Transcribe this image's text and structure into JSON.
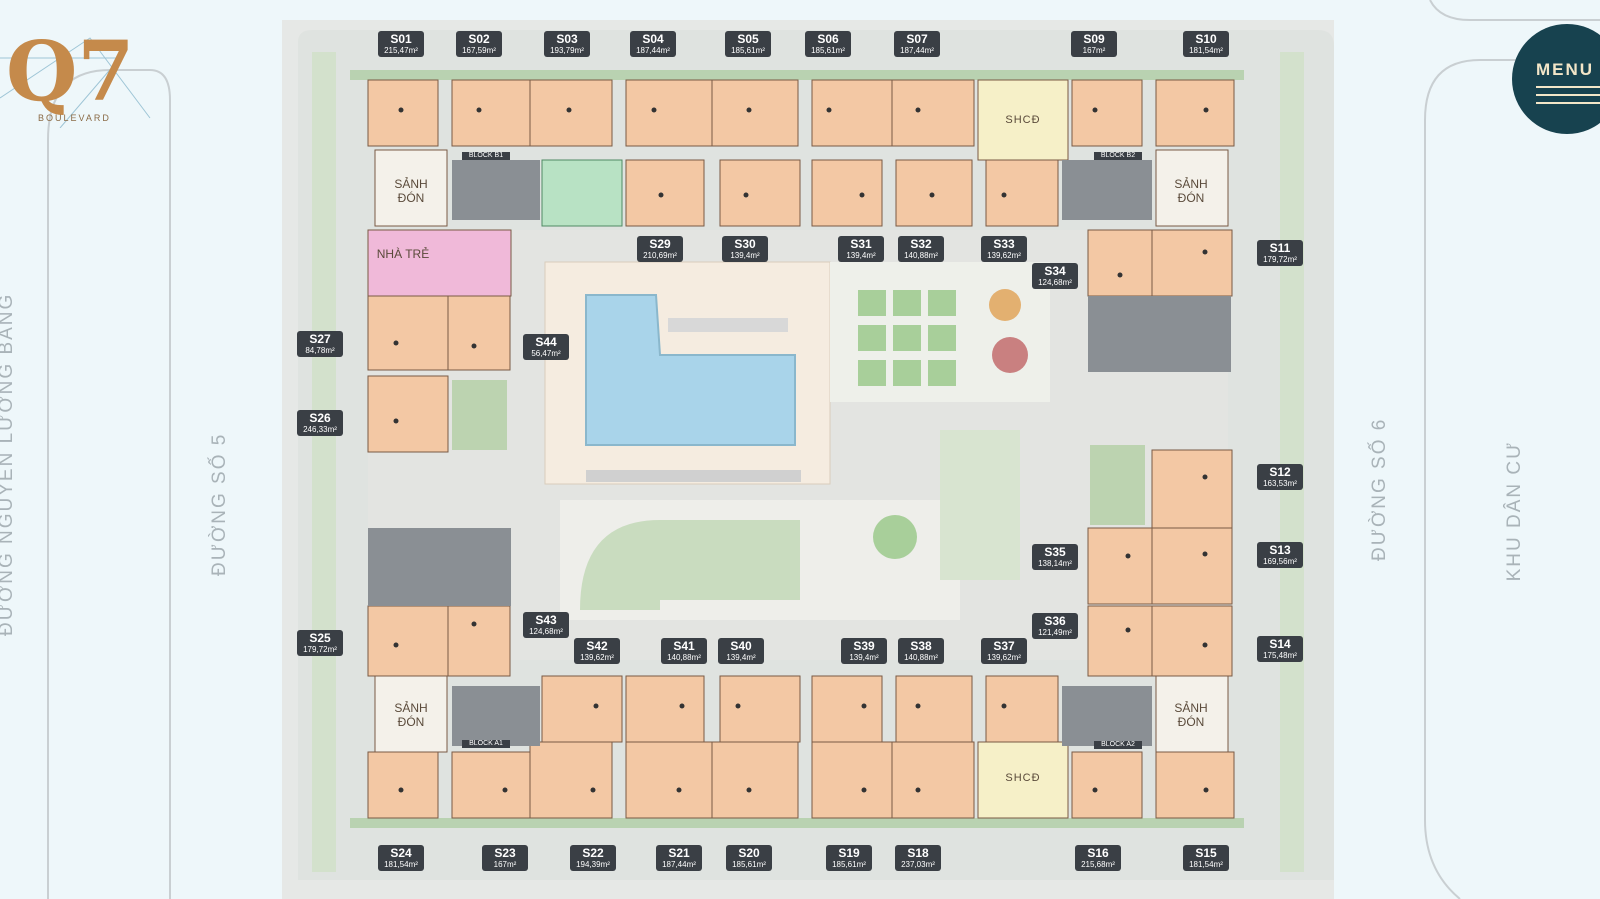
{
  "brand": {
    "logo_text": "Q7",
    "logo_sub": "BOULEVARD"
  },
  "menu": {
    "label": "MENU"
  },
  "streets": {
    "left": "ĐƯỜNG NGUYỄN LƯƠNG BẰNG",
    "inner_left": "ĐƯỜNG SỐ 5",
    "right": "ĐƯỜNG SỐ 6",
    "far_right": "KHU DÂN CƯ"
  },
  "areas": {
    "lobby_b1": "SẢNH ĐÓN",
    "lobby_b2": "SẢNH ĐÓN",
    "lobby_a1": "SẢNH ĐÓN",
    "lobby_a2": "SẢNH ĐÓN",
    "shcd_top": "SHCĐ",
    "shcd_bottom": "SHCĐ",
    "nursery": "NHÀ TRẺ",
    "block_b1": "BLOCK B1",
    "block_b2": "BLOCK B2",
    "block_a1": "BLOCK A1",
    "block_a2": "BLOCK A2"
  },
  "units": [
    {
      "code": "S01",
      "area": "215,47m²"
    },
    {
      "code": "S02",
      "area": "167,59m²"
    },
    {
      "code": "S03",
      "area": "193,79m²"
    },
    {
      "code": "S04",
      "area": "187,44m²"
    },
    {
      "code": "S05",
      "area": "185,61m²"
    },
    {
      "code": "S06",
      "area": "185,61m²"
    },
    {
      "code": "S07",
      "area": "187,44m²"
    },
    {
      "code": "S09",
      "area": "167m²"
    },
    {
      "code": "S10",
      "area": "181,54m²"
    },
    {
      "code": "S11",
      "area": "179,72m²"
    },
    {
      "code": "S12",
      "area": "163,53m²"
    },
    {
      "code": "S13",
      "area": "169,56m²"
    },
    {
      "code": "S14",
      "area": "175,48m²"
    },
    {
      "code": "S15",
      "area": "181,54m²"
    },
    {
      "code": "S16",
      "area": "215,68m²"
    },
    {
      "code": "S18",
      "area": "237,03m²"
    },
    {
      "code": "S19",
      "area": "185,61m²"
    },
    {
      "code": "S20",
      "area": "185,61m²"
    },
    {
      "code": "S21",
      "area": "187,44m²"
    },
    {
      "code": "S22",
      "area": "194,39m²"
    },
    {
      "code": "S23",
      "area": "167m²"
    },
    {
      "code": "S24",
      "area": "181,54m²"
    },
    {
      "code": "S25",
      "area": "179,72m²"
    },
    {
      "code": "S26",
      "area": "246,33m²"
    },
    {
      "code": "S27",
      "area": "84,78m²"
    },
    {
      "code": "S29",
      "area": "210,69m²"
    },
    {
      "code": "S30",
      "area": "139,4m²"
    },
    {
      "code": "S31",
      "area": "139,4m²"
    },
    {
      "code": "S32",
      "area": "140,88m²"
    },
    {
      "code": "S33",
      "area": "139,62m²"
    },
    {
      "code": "S34",
      "area": "124,68m²"
    },
    {
      "code": "S35",
      "area": "138,14m²"
    },
    {
      "code": "S36",
      "area": "121,49m²"
    },
    {
      "code": "S37",
      "area": "139,62m²"
    },
    {
      "code": "S38",
      "area": "140,88m²"
    },
    {
      "code": "S39",
      "area": "139,4m²"
    },
    {
      "code": "S40",
      "area": "139,4m²"
    },
    {
      "code": "S41",
      "area": "140,88m²"
    },
    {
      "code": "S42",
      "area": "139,62m²"
    },
    {
      "code": "S43",
      "area": "124,68m²"
    },
    {
      "code": "S44",
      "area": "56,47m²"
    }
  ]
}
